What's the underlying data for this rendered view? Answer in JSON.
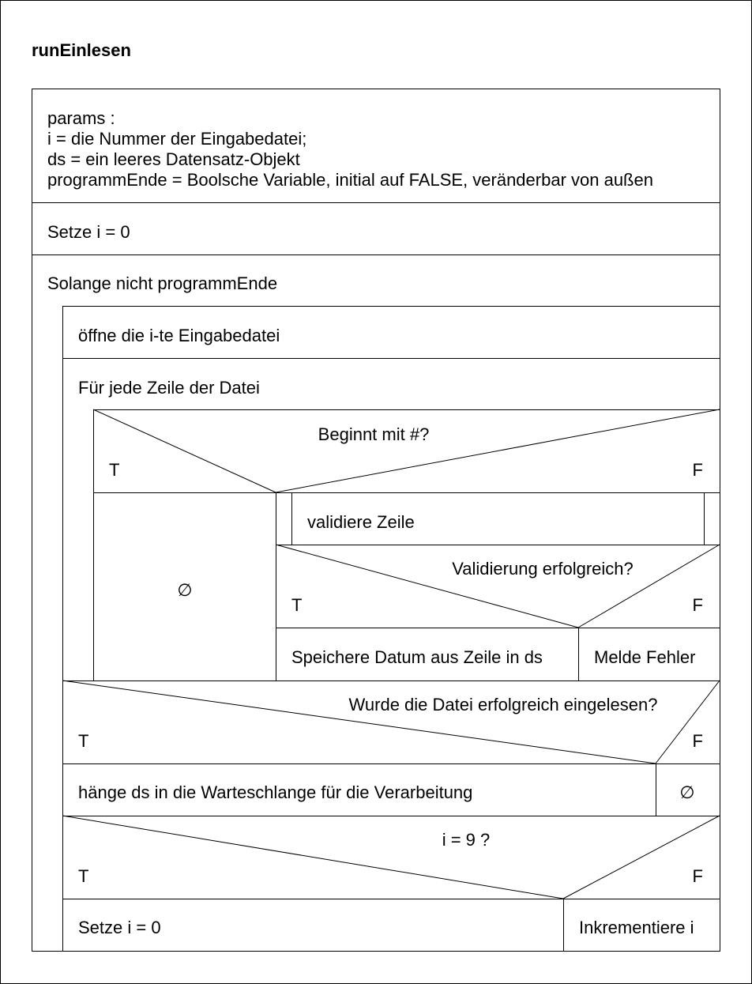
{
  "diagram": {
    "title": "runEinlesen",
    "params": [
      "params :",
      "i = die Nummer der Eingabedatei;",
      "ds = ein leeres Datensatz-Objekt",
      "programmEnde = Boolsche Variable, initial auf FALSE, veränderbar von außen"
    ],
    "init_step": "Setze i = 0",
    "while_loop": "Solange nicht programmEnde",
    "open_file": "öffne die i-te Eingabedatei",
    "for_loop": "Für jede Zeile der Datei",
    "decision_hash": {
      "question": "Beginnt mit #?",
      "true_label": "T",
      "false_label": "F",
      "true_branch": "∅"
    },
    "validate_call": "validiere Zeile",
    "decision_valid": {
      "question": "Validierung erfolgreich?",
      "true_label": "T",
      "false_label": "F",
      "true_branch": "Speichere Datum aus Zeile in ds",
      "false_branch": "Melde Fehler"
    },
    "decision_read": {
      "question": "Wurde die Datei erfolgreich eingelesen?",
      "true_label": "T",
      "false_label": "F",
      "true_branch": "hänge ds in die Warteschlange für die Verarbeitung",
      "false_branch": "∅"
    },
    "decision_nine": {
      "question": "i = 9 ?",
      "true_label": "T",
      "false_label": "F",
      "true_branch": "Setze i = 0",
      "false_branch": "Inkrementiere i"
    }
  }
}
